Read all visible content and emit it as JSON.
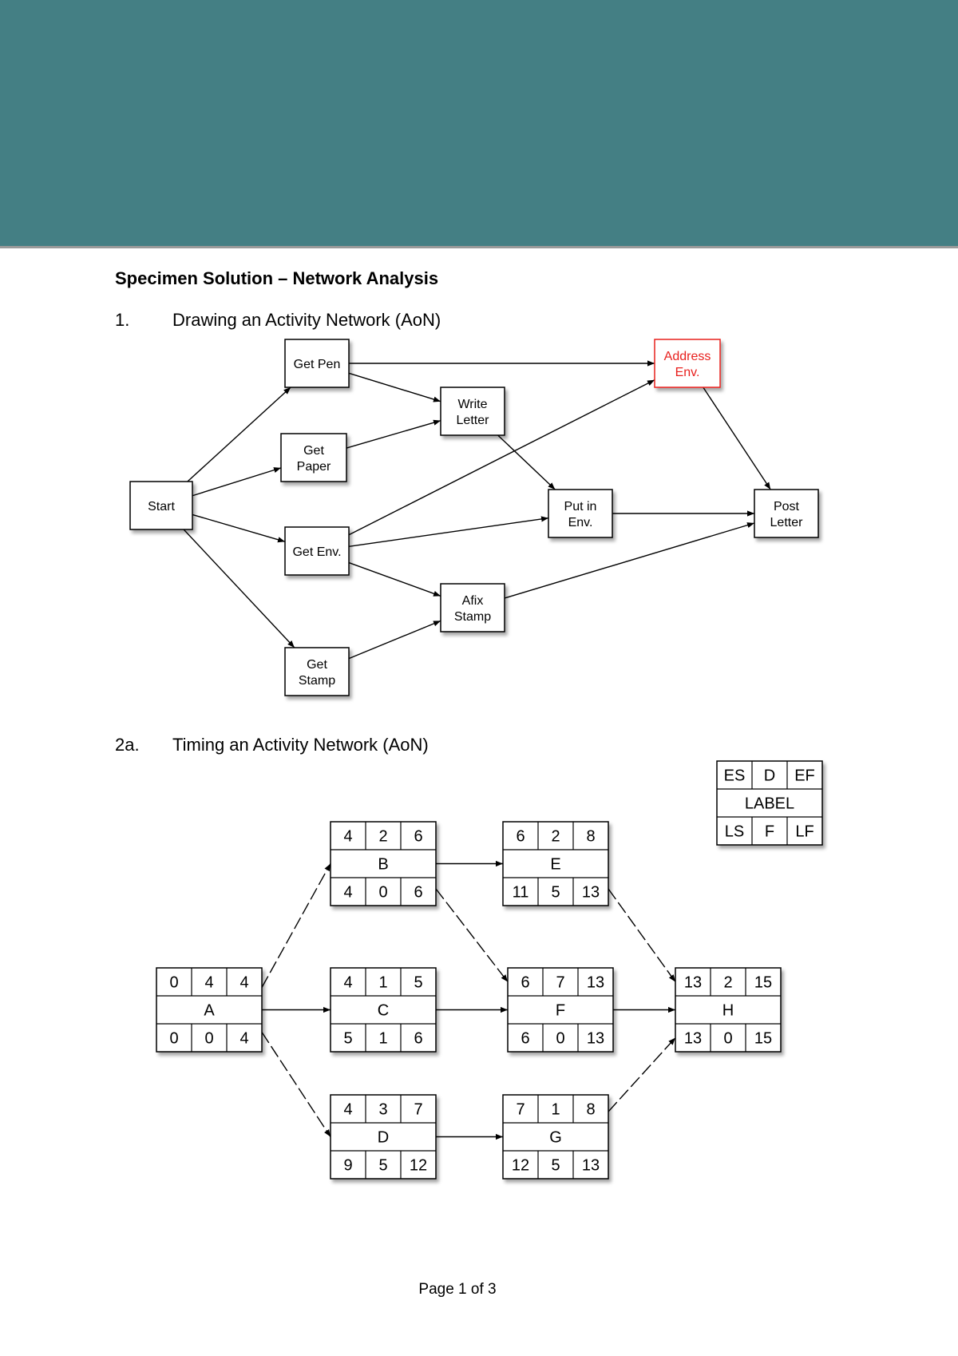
{
  "header": {
    "band_color": "#447f84"
  },
  "document": {
    "title": "Specimen Solution – Network Analysis",
    "section1": {
      "number": "1.",
      "title": "Drawing an Activity Network (AoN)"
    },
    "section2": {
      "number": "2a.",
      "title": "Timing an Activity Network (AoN)"
    },
    "footer": "Page 1 of 3"
  },
  "network1": {
    "highlight_color": "#e8201e",
    "nodes": [
      {
        "id": "start",
        "lines": [
          "Start"
        ]
      },
      {
        "id": "get-pen",
        "lines": [
          "Get Pen"
        ]
      },
      {
        "id": "get-paper",
        "lines": [
          "Get",
          "Paper"
        ]
      },
      {
        "id": "get-env",
        "lines": [
          "Get Env."
        ]
      },
      {
        "id": "get-stamp",
        "lines": [
          "Get",
          "Stamp"
        ]
      },
      {
        "id": "write-letter",
        "lines": [
          "Write",
          "Letter"
        ]
      },
      {
        "id": "afix-stamp",
        "lines": [
          "Afix",
          "Stamp"
        ]
      },
      {
        "id": "put-in-env",
        "lines": [
          "Put in",
          "Env."
        ]
      },
      {
        "id": "address-env",
        "lines": [
          "Address",
          "Env."
        ],
        "highlight": true
      },
      {
        "id": "post-letter",
        "lines": [
          "Post",
          "Letter"
        ]
      }
    ],
    "edges": [
      [
        "start",
        "get-pen"
      ],
      [
        "start",
        "get-paper"
      ],
      [
        "start",
        "get-env"
      ],
      [
        "start",
        "get-stamp"
      ],
      [
        "get-pen",
        "address-env"
      ],
      [
        "get-pen",
        "write-letter"
      ],
      [
        "get-paper",
        "write-letter"
      ],
      [
        "get-env",
        "address-env"
      ],
      [
        "get-env",
        "put-in-env"
      ],
      [
        "get-env",
        "afix-stamp"
      ],
      [
        "get-stamp",
        "afix-stamp"
      ],
      [
        "write-letter",
        "put-in-env"
      ],
      [
        "address-env",
        "post-letter"
      ],
      [
        "put-in-env",
        "post-letter"
      ],
      [
        "afix-stamp",
        "post-letter"
      ]
    ]
  },
  "network2": {
    "legend": {
      "es": "ES",
      "d": "D",
      "ef": "EF",
      "label": "LABEL",
      "ls": "LS",
      "f": "F",
      "lf": "LF"
    },
    "nodes": [
      {
        "id": "A",
        "label": "A",
        "es": "0",
        "d": "4",
        "ef": "4",
        "ls": "0",
        "f": "0",
        "lf": "4"
      },
      {
        "id": "B",
        "label": "B",
        "es": "4",
        "d": "2",
        "ef": "6",
        "ls": "4",
        "f": "0",
        "lf": "6"
      },
      {
        "id": "C",
        "label": "C",
        "es": "4",
        "d": "1",
        "ef": "5",
        "ls": "5",
        "f": "1",
        "lf": "6"
      },
      {
        "id": "D",
        "label": "D",
        "es": "4",
        "d": "3",
        "ef": "7",
        "ls": "9",
        "f": "5",
        "lf": "12"
      },
      {
        "id": "E",
        "label": "E",
        "es": "6",
        "d": "2",
        "ef": "8",
        "ls": "11",
        "f": "5",
        "lf": "13"
      },
      {
        "id": "F",
        "label": "F",
        "es": "6",
        "d": "7",
        "ef": "13",
        "ls": "6",
        "f": "0",
        "lf": "13"
      },
      {
        "id": "G",
        "label": "G",
        "es": "7",
        "d": "1",
        "ef": "8",
        "ls": "12",
        "f": "5",
        "lf": "13"
      },
      {
        "id": "H",
        "label": "H",
        "es": "13",
        "d": "2",
        "ef": "15",
        "ls": "13",
        "f": "0",
        "lf": "15"
      }
    ],
    "edges": [
      [
        "A",
        "B"
      ],
      [
        "A",
        "C"
      ],
      [
        "A",
        "D"
      ],
      [
        "B",
        "E"
      ],
      [
        "B",
        "F"
      ],
      [
        "C",
        "F"
      ],
      [
        "D",
        "G"
      ],
      [
        "E",
        "H"
      ],
      [
        "F",
        "H"
      ],
      [
        "G",
        "H"
      ]
    ]
  }
}
